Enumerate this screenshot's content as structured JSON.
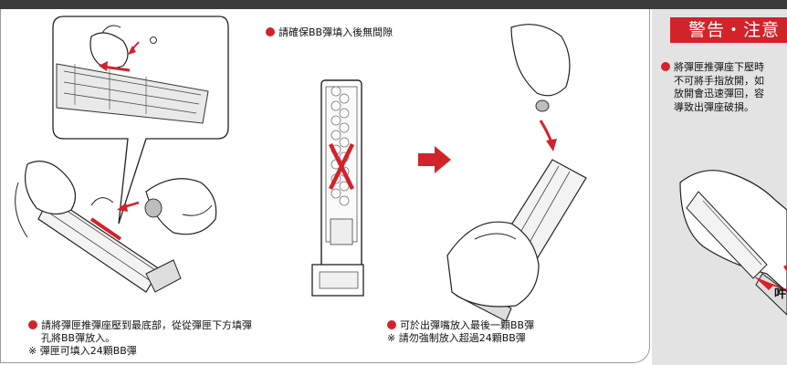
{
  "step1": {
    "bullet": "請將彈匣推彈座壓到最底部，從從彈匣下方填彈",
    "bullet_cont": "孔將BB彈放入。",
    "note": "※ 彈匣可填入24顆BB彈"
  },
  "step2": {
    "bullet": "請確保BB彈填入後無間隙"
  },
  "step3": {
    "bullet": "可於出彈嘴放入最後一顆BB彈",
    "note": "※ 請勿強制放入超過24顆BB彈"
  },
  "warning": {
    "title": "警告・注意",
    "lines": [
      "將彈匣推彈座下壓時",
      "不可將手指放開，如",
      "放開會迅速彈回，容",
      "導致出彈座破損。"
    ],
    "callout": "吽"
  },
  "colors": {
    "accent": "#d2232a",
    "panel_gray": "#e3e3e3",
    "topbar": "#3b3b3b"
  }
}
